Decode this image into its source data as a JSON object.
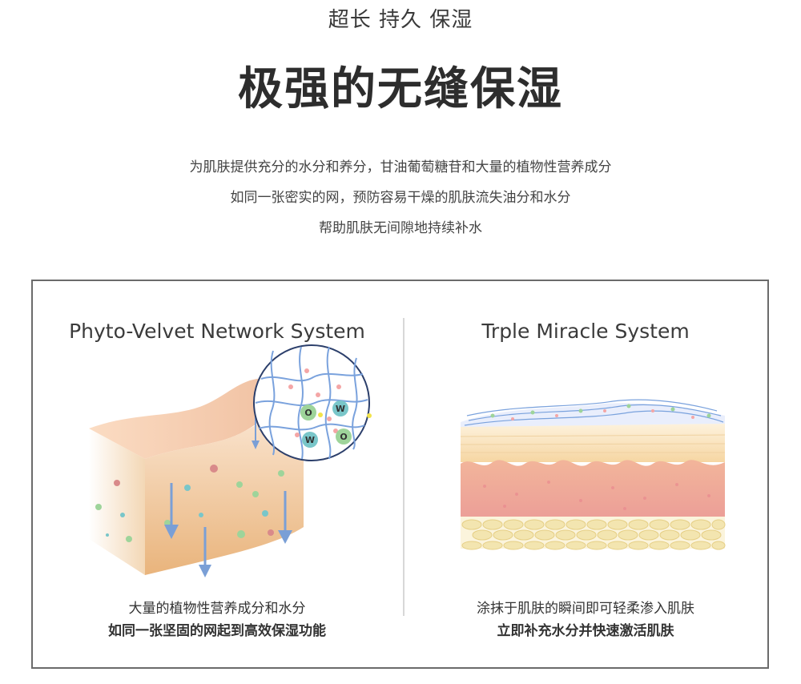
{
  "header": {
    "subtitle": "超长 持久 保湿",
    "title": "极强的无缝保湿",
    "desc": [
      "为肌肤提供充分的水分和养分，甘油葡萄糖苷和大量的植物性营养成分",
      "如同一张密实的网，预防容易干燥的肌肤流失油分和水分",
      "帮助肌肤无间隙地持续补水"
    ]
  },
  "left": {
    "title": "Phyto-Velvet Network System",
    "caption1": "大量的植物性营养成分和水分",
    "caption2": "如同一张坚固的网起到高效保湿功能",
    "ball_labels": [
      "O",
      "W",
      "W",
      "O"
    ]
  },
  "right": {
    "title": "Trple Miracle System",
    "caption1": "涂抹于肌肤的瞬间即可轻柔渗入肌肤",
    "caption2": "立即补充水分并快速激活肌肤"
  },
  "colors": {
    "arrow": "#7a9fd6",
    "mesh": "#7aa2dd",
    "skin_top": "#f3c6a4",
    "skin_body": "#f0c698",
    "dermis": "#eea39a",
    "fat": "#f3e5b0",
    "border": "#6b6b6b"
  }
}
